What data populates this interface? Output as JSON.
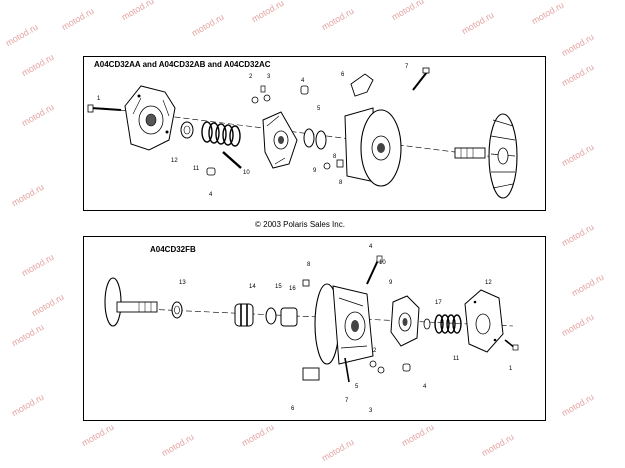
{
  "watermark_text": "motod.ru",
  "panel_top": {
    "title": "A04CD32AA and A04CD32AB and A04CD32AC",
    "callouts": [
      "1",
      "2",
      "3",
      "4",
      "5",
      "6",
      "7",
      "8",
      "9",
      "10",
      "11",
      "12",
      "4",
      "8"
    ]
  },
  "copyright": "© 2003 Polaris Sales Inc.",
  "panel_bottom": {
    "title": "A04CD32FB",
    "callouts": [
      "13",
      "14",
      "15",
      "16",
      "8",
      "4",
      "10",
      "9",
      "12",
      "17",
      "11",
      "1",
      "2",
      "4",
      "7",
      "3",
      "5",
      "6"
    ]
  }
}
